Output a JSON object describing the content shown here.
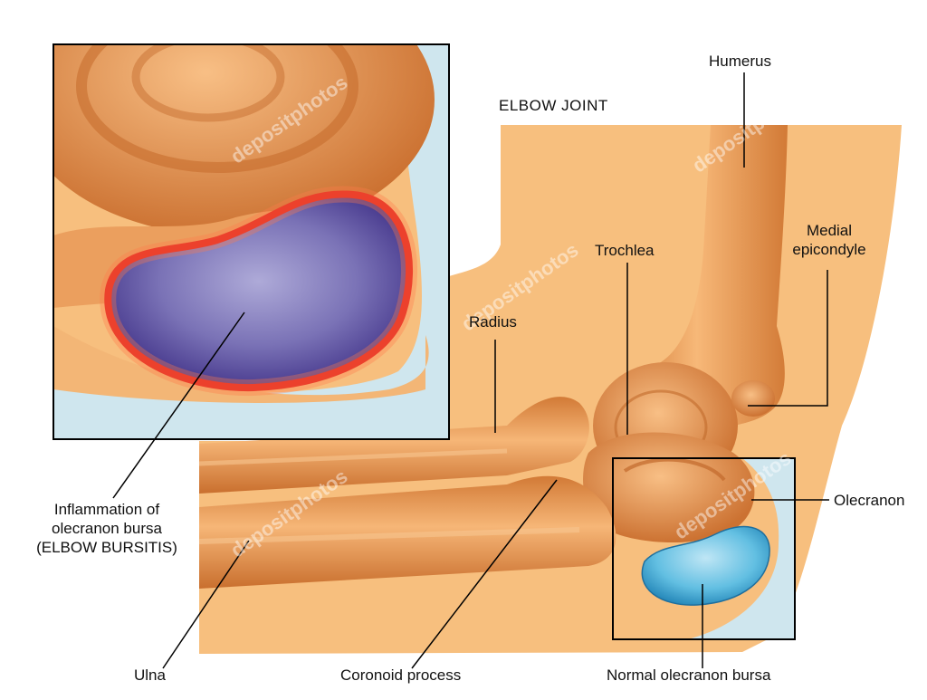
{
  "diagram": {
    "title": "ELBOW JOINT",
    "labels": {
      "humerus": "Humerus",
      "medial_epicondyle_line1": "Medial",
      "medial_epicondyle_line2": "epicondyle",
      "trochlea": "Trochlea",
      "radius": "Radius",
      "olecranon": "Olecranon",
      "inflammation_line1": "Inflammation of",
      "inflammation_line2": "olecranon bursa",
      "inflammation_line3": "(ELBOW BURSITIS)",
      "ulna": "Ulna",
      "coronoid_process": "Coronoid process",
      "normal_bursa": "Normal olecranon bursa"
    },
    "watermark": "depositphotos"
  },
  "colors": {
    "skin": "#f7bf7e",
    "bone": "#e99a58",
    "bone_dark": "#c96f2e",
    "fluid_bg": "#cfe6ee",
    "inflamed_bursa": "#5a4f9c",
    "inflamed_rim": "#e2221c",
    "normal_bursa": "#4ab0d6"
  }
}
